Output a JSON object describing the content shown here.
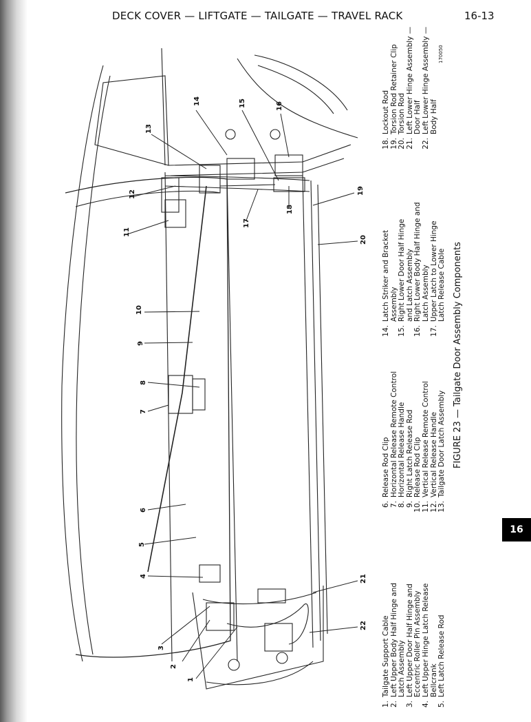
{
  "header": {
    "title": "DECK COVER — LIFTGATE — TAILGATE — TRAVEL RACK",
    "page_number": "16-13"
  },
  "section_tab": "16",
  "figure": {
    "caption": "FIGURE 23 — Tailgate Door Assembly Components",
    "id": "170050",
    "callouts": [
      "1",
      "2",
      "3",
      "4",
      "5",
      "6",
      "7",
      "8",
      "9",
      "10",
      "11",
      "12",
      "13",
      "14",
      "15",
      "16",
      "17",
      "18",
      "19",
      "20",
      "21",
      "22"
    ]
  },
  "legend": {
    "col1": [
      {
        "num": "1.",
        "text": "Tailgate Support Cable"
      },
      {
        "num": "2.",
        "text": "Left Upper Body Half Hinge and"
      },
      {
        "num": "",
        "text": "Latch Assembly"
      },
      {
        "num": "3.",
        "text": "Left Upper Door Half Hinge and"
      },
      {
        "num": "",
        "text": "Eccentric Roller Pin Assembly"
      },
      {
        "num": "4.",
        "text": "Left Upper Hinge Latch Release"
      },
      {
        "num": "",
        "text": "Bellcrank"
      },
      {
        "num": "5.",
        "text": "Left Latch Release Rod"
      }
    ],
    "col2": [
      {
        "num": "6.",
        "text": "Release Rod Clip"
      },
      {
        "num": "7.",
        "text": "Horizontal Release Remote Control"
      },
      {
        "num": "8.",
        "text": "Horizontal Release Handle"
      },
      {
        "num": "9.",
        "text": "Right Latch Release Rod"
      },
      {
        "num": "10.",
        "text": "Release Rod Clip"
      },
      {
        "num": "11.",
        "text": "Vertical Release Remote Control"
      },
      {
        "num": "12.",
        "text": "Vertical Release Handle"
      },
      {
        "num": "13.",
        "text": "Tailgate Door Latch Assembly"
      }
    ],
    "col3": [
      {
        "num": "14.",
        "text": "Latch Striker and Bracket"
      },
      {
        "num": "",
        "text": "Assembly"
      },
      {
        "num": "15.",
        "text": "Right Lower Door Half Hinge"
      },
      {
        "num": "",
        "text": "and Latch Assembly"
      },
      {
        "num": "16.",
        "text": "Right Lower Body Half Hinge and"
      },
      {
        "num": "",
        "text": "Latch Assembly"
      },
      {
        "num": "17.",
        "text": "Upper Latch to Lower Hinge"
      },
      {
        "num": "",
        "text": "Latch Release Cable"
      }
    ],
    "col4": [
      {
        "num": "18.",
        "text": "Lockout Rod"
      },
      {
        "num": "19.",
        "text": "Torsion Rod Retainer Clip"
      },
      {
        "num": "20.",
        "text": "Torsion Rod"
      },
      {
        "num": "21.",
        "text": "Left Lower Hinge Assembly —"
      },
      {
        "num": "",
        "text": "Door Half"
      },
      {
        "num": "22.",
        "text": "Left Lower Hinge Assembly —"
      },
      {
        "num": "",
        "text": "Body Half"
      }
    ]
  }
}
